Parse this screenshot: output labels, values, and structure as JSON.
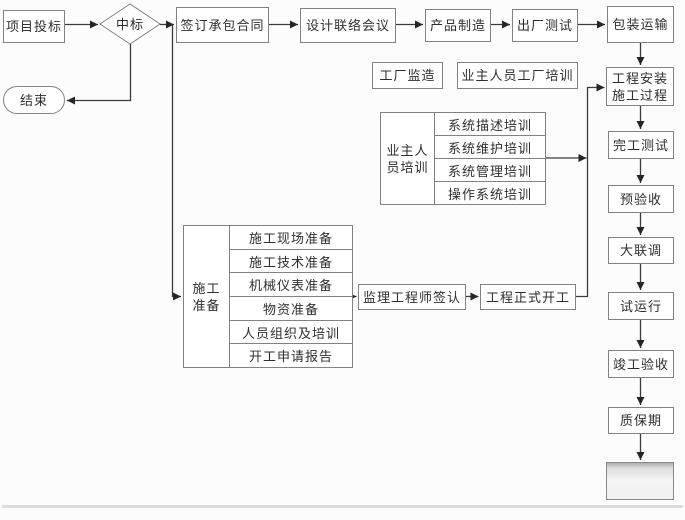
{
  "nodes": {
    "project_bid": "项目投标",
    "win_bid": "中标",
    "end": "结束",
    "sign_contract": "签订承包合同",
    "design_meeting": "设计联络会议",
    "manufacturing": "产品制造",
    "factory_test": "出厂测试",
    "packing_transport": "包装运输",
    "factory_supervision": "工厂监造",
    "owner_factory_training": "业主人员工厂培训",
    "installation": "工程安装施工过程",
    "completion_test": "完工测试",
    "pre_acceptance": "预验收",
    "joint_commissioning": "大联调",
    "trial_operation": "试运行",
    "completion_acceptance": "竣工验收",
    "warranty_period": "质保期",
    "final_stage": ""
  },
  "owner_training": {
    "label": "业主人员培训",
    "items": [
      "系统描述培训",
      "系统维护培训",
      "系统管理培训",
      "操作系统培训"
    ]
  },
  "construction_prep": {
    "label": "施工准备",
    "items": [
      "施工现场准备",
      "施工技术准备",
      "机械仪表准备",
      "物资准备",
      "人员组织及培训",
      "开工申请报告"
    ]
  },
  "approval": {
    "supervisor_sign": "监理工程师签认",
    "formal_start": "工程正式开工"
  },
  "colors": {
    "line": "#3b3b3b",
    "box_border": "#828282",
    "text": "#2f2f2f",
    "final_box_top": "#adadad"
  }
}
